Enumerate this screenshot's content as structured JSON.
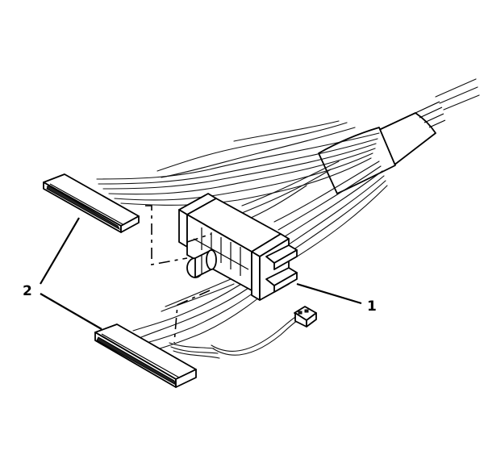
{
  "diagram": {
    "callouts": [
      {
        "id": "1",
        "label": "1",
        "target": "center-connector-block"
      },
      {
        "id": "2",
        "label": "2",
        "target": "flat-connectors"
      }
    ],
    "colors": {
      "line": "#000000",
      "background": "#ffffff"
    }
  }
}
